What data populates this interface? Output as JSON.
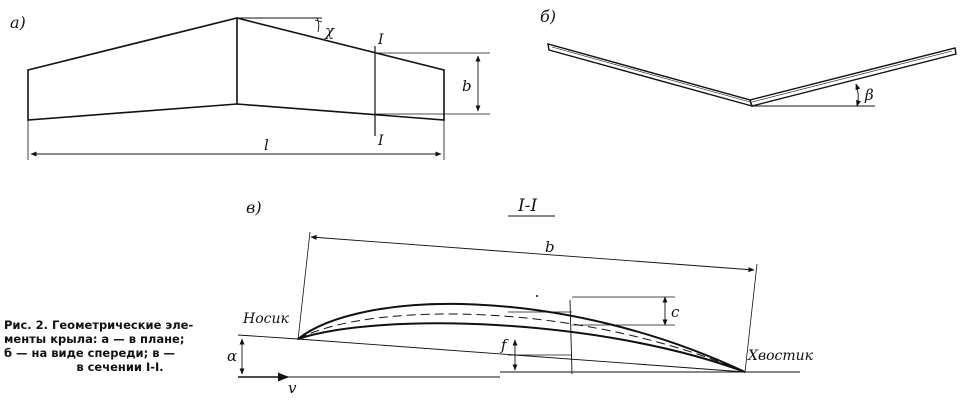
{
  "diagram": {
    "panel_labels": {
      "a": "а)",
      "b": "б)",
      "c": "в)"
    },
    "plan_view": {
      "sweep_label": "χ",
      "chord_label": "b",
      "span_label": "l",
      "section_mark_top": "I",
      "section_mark_bottom": "I"
    },
    "front_view": {
      "dihedral_label": "β"
    },
    "section_view": {
      "section_title": "I-I",
      "chord_label": "b",
      "nose_label": "Носик",
      "tail_label": "Хвостик",
      "thickness_label": "c",
      "camber_label": "f",
      "angle_label": "α",
      "velocity_label": "v"
    },
    "caption_lines": [
      "Рис. 2. Геометрические эле-",
      "менты крыла: а — в плане;",
      "б — на виде спереди; в —",
      "в сечении I-I."
    ]
  }
}
